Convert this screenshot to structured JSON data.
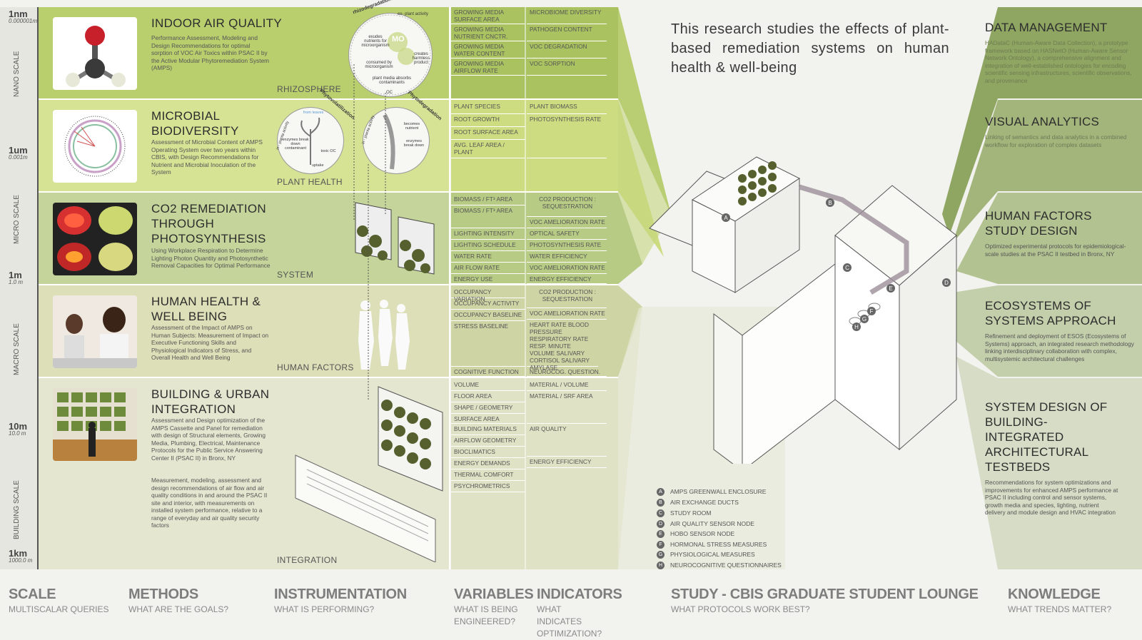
{
  "scale": {
    "ticks": [
      {
        "value": "1nm",
        "sub": "0.000001m"
      },
      {
        "value": "1um",
        "sub": "0.001m"
      },
      {
        "value": "1m",
        "sub": "1.0 m"
      },
      {
        "value": "10m",
        "sub": "10.0 m"
      },
      {
        "value": "1km",
        "sub": "1000.0 m"
      }
    ],
    "bands": [
      "NANO SCALE",
      "MICRO SCALE",
      "MACRO SCALE",
      "BUILDING SCALE"
    ]
  },
  "rows": [
    {
      "title": "INDOOR AIR QUALITY",
      "desc": "Performance Assessment, Modeling and Design Recommendations for optimal sorption of VOC Air Toxics within PSAC II by the Active Modular Phytoremediation System (AMPS)",
      "label": "RHIZOSPHERE"
    },
    {
      "title": "MICROBIAL BIODIVERSITY",
      "desc": "Assessment of Microbial Content of AMPS Operating System over two years within CBIS, with Design Recommendations for Nutrient and Microbial Inoculation of the System",
      "label": "PLANT HEALTH"
    },
    {
      "title": "CO2 REMEDIATION THROUGH PHOTOSYNTHESIS",
      "desc": "Using Workplace Respiration to Determine Lighting Photon Quantity and Photosynthetic Removal Capacities for Optimal Performance",
      "label": "SYSTEM"
    },
    {
      "title": "HUMAN HEALTH & WELL BEING",
      "desc": "Assessment of the Impact of AMPS on Human Subjects: Measurement of Impact on Executive Functioning Skills and Physiological Indicators of Stress, and Overall Health and Well Being",
      "label": "HUMAN FACTORS"
    },
    {
      "title": "BUILDING & URBAN INTEGRATION",
      "desc": "Assessment and Design optimization of the AMPS Cassette and Panel for remediation with design of Structural elements, Growing Media, Plumbing, Electrical, Maintenance Protocols for the Public Service Answering Center II (PSAC II) in Bronx, NY",
      "desc2": "Measurement, modeling, assessment and design recommendations of air flow and air quality conditions in and around the PSAC II site and interior, with measurements on installed system performance, relative to a range of everyday and air quality security factors",
      "label": "INTEGRATION"
    }
  ],
  "diagram_text": {
    "rhizo": [
      "rhizodegradation",
      "ex- plant activity",
      "exudes nutrients for microorganism",
      "MO",
      "creates harmless product",
      "consumed by microorganism",
      "plant media absorbs contaminants",
      "OC"
    ],
    "plant1": [
      "Phytovolatilization",
      "in - planta activity",
      "from leaves",
      "enzymes break down contaminant",
      "toxic OC",
      "uptake"
    ],
    "plant2": [
      "Phytodegradation",
      "in - planta activity",
      "becomes nutrient",
      "enzymes break down"
    ]
  },
  "variables": [
    [
      "GROWING MEDIA SURFACE AREA",
      "GROWING MEDIA NUTRIENT CNCTR.",
      "GROWING MEDIA WATER CONTENT",
      "GROWING MEDIA AIRFLOW RATE"
    ],
    [
      "PLANT SPECIES",
      "ROOT GROWTH",
      "ROOT SURFACE AREA",
      "AVG. LEAF AREA / PLANT"
    ],
    [
      "BIOMASS / FT³ AREA",
      "BIOMASS / FT³ AREA",
      "LIGHTING INTENSITY",
      "LIGHTING SCHEDULE",
      "WATER RATE",
      "AIR FLOW RATE",
      "ENERGY USE"
    ],
    [
      "OCCUPANCY VARIATION",
      "OCCUPANCY ACTIVITY",
      "OCCUPANCY BASELINE",
      "STRESS BASELINE",
      "COGNITIVE FUNCTION"
    ],
    [
      "VOLUME",
      "FLOOR AREA",
      "SHAPE / GEOMETRY",
      "SURFACE AREA",
      "BUILDING MATERIALS",
      "AIRFLOW GEOMETRY",
      "BIOCLIMATICS",
      "ENERGY DEMANDS",
      "THERMAL COMFORT",
      "PSYCHROMETRICS"
    ]
  ],
  "indicators": [
    [
      "MICROBIOME DIVERSITY",
      "PATHOGEN CONTENT",
      "VOC DEGRADATION",
      "VOC SORPTION"
    ],
    [
      "PLANT BIOMASS",
      "PHOTOSYNTHESIS RATE"
    ],
    [
      "CO2 PRODUCTION : SEQUESTRATION",
      "VOC AMELIORATION RATE",
      "OPTICAL SAFETY",
      "PHOTOSYNTHESIS RATE",
      "WATER EFFICIENCY",
      "VOC AMELIORATION RATE",
      "ENERGY EFFICIENCY"
    ],
    [
      "CO2 PRODUCTION : SEQUESTRATION",
      "VOC AMELIORATION RATE",
      "HEART RATE BLOOD PRESSURE RESPIRATORY RATE RESP. MINUTE VOLUME SALIVARY CORTISOL SALIVARY AMYLASE",
      "NEUROCOG. QUESTION."
    ],
    [
      "MATERIAL / VOLUME",
      "MATERIAL / SRF AREA",
      "AIR QUALITY",
      "ENERGY EFFICIENCY"
    ]
  ],
  "study": {
    "intro": "This research studies the effects of plant-based remediation systems on human health & well-being",
    "legend": [
      {
        "key": "A",
        "text": "AMPS GREENWALL ENCLOSURE"
      },
      {
        "key": "B",
        "text": "AIR EXCHANGE DUCTS"
      },
      {
        "key": "C",
        "text": "STUDY ROOM"
      },
      {
        "key": "D",
        "text": "AIR QUALITY SENSOR NODE"
      },
      {
        "key": "E",
        "text": "HOBO SENSOR NODE"
      },
      {
        "key": "F",
        "text": "HORMONAL STRESS MEASURES"
      },
      {
        "key": "G",
        "text": "PHYSIOLOGICAL MEASURES"
      },
      {
        "key": "H",
        "text": "NEUROCOGNITIVE QUESTIONNAIRES"
      }
    ]
  },
  "knowledge": [
    {
      "title": "DATA MANAGEMENT",
      "desc": "HADataC (Human-Aware Data Collection), a prototype framework based on HASNetO (Human-Aware Sensor Network Ontology), a comprehensive alignment and integration of well-established ontologies for encoding scientific sensing infrastructures, scientific observations, and provenance"
    },
    {
      "title": "VISUAL ANALYTICS",
      "desc": "Linking of semantics and data analytics in a combined workflow for exploration of complex datasets"
    },
    {
      "title": "HUMAN FACTORS STUDY DESIGN",
      "desc": "Optimized experimental protocols for epidemiological-scale studies at the PSAC II testbed in Bronx, NY"
    },
    {
      "title": "ECOSYSTEMS OF SYSTEMS APPROACH",
      "desc": "Refinement and deployment of ESOS (Ecosystems of Systems) approach, an integrated research methodology linking interdisciplinary collaboration with complex, multisystemic architectural challenges"
    },
    {
      "title": "SYSTEM DESIGN OF BUILDING-INTEGRATED ARCHITECTURAL TESTBEDS",
      "desc": "Recommendations for system optimizations and improvements for enhanced AMPS performance at PSAC II including control and sensor systems, growth media and species, lighting, nutrient delivery and module design and HVAC integration"
    }
  ],
  "footer": [
    {
      "title": "SCALE",
      "sub": "MULTISCALAR QUERIES"
    },
    {
      "title": "METHODS",
      "sub": "WHAT ARE THE GOALS?"
    },
    {
      "title": "INSTRUMENTATION",
      "sub": "WHAT IS PERFORMING?"
    },
    {
      "title": "VARIABLES",
      "sub": "WHAT IS BEING ENGINEERED?"
    },
    {
      "title": "INDICATORS",
      "sub": "WHAT INDICATES OPTIMIZATION?"
    },
    {
      "title": "STUDY - CBIS GRADUATE STUDENT LOUNGE",
      "sub": "WHAT PROTOCOLS WORK BEST?"
    },
    {
      "title": "KNOWLEDGE",
      "sub": "WHAT TRENDS MATTER?"
    }
  ],
  "colors": {
    "row1": "#b9cf6e",
    "row2": "#d6e294",
    "row3": "#c4d49a",
    "row4": "#dcdfb7",
    "row5": "#e4e6d0",
    "green_right": "#8fa562"
  }
}
